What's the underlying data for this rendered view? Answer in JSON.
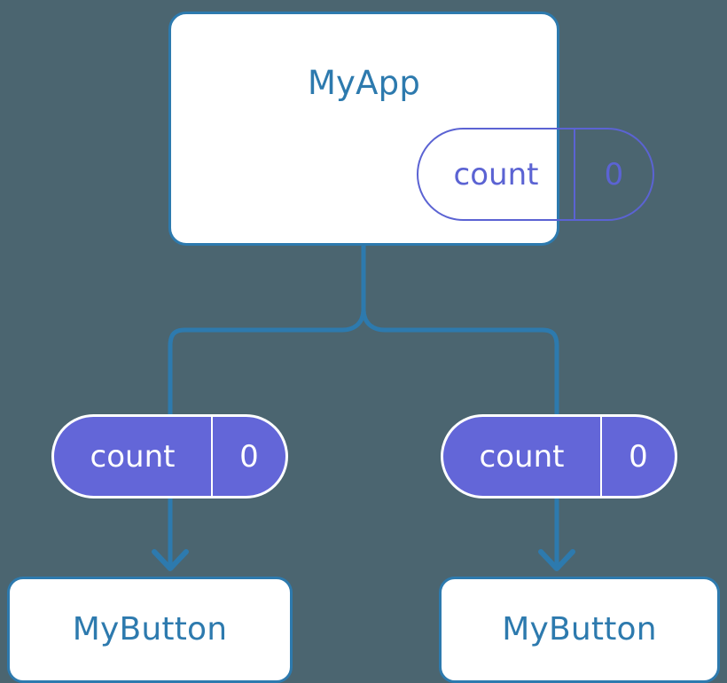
{
  "diagram": {
    "title": "MyApp component state propagation tree",
    "type": "tree",
    "background_color": "#4b6570",
    "accent_color": "#2d7aae",
    "state_color": "#6366d8",
    "state_outline_color": "#5b63d3"
  },
  "root": {
    "name": "MyApp",
    "state": {
      "key": "count",
      "value": "0"
    }
  },
  "branches": [
    {
      "side": "left",
      "state": {
        "key": "count",
        "value": "0"
      },
      "child": {
        "name": "MyButton"
      }
    },
    {
      "side": "right",
      "state": {
        "key": "count",
        "value": "0"
      },
      "child": {
        "name": "MyButton"
      }
    }
  ],
  "connectors": {
    "trunk_label": "state-flow-trunk",
    "left_arrow_label": "state-flow-arrow-left",
    "right_arrow_label": "state-flow-arrow-right"
  }
}
